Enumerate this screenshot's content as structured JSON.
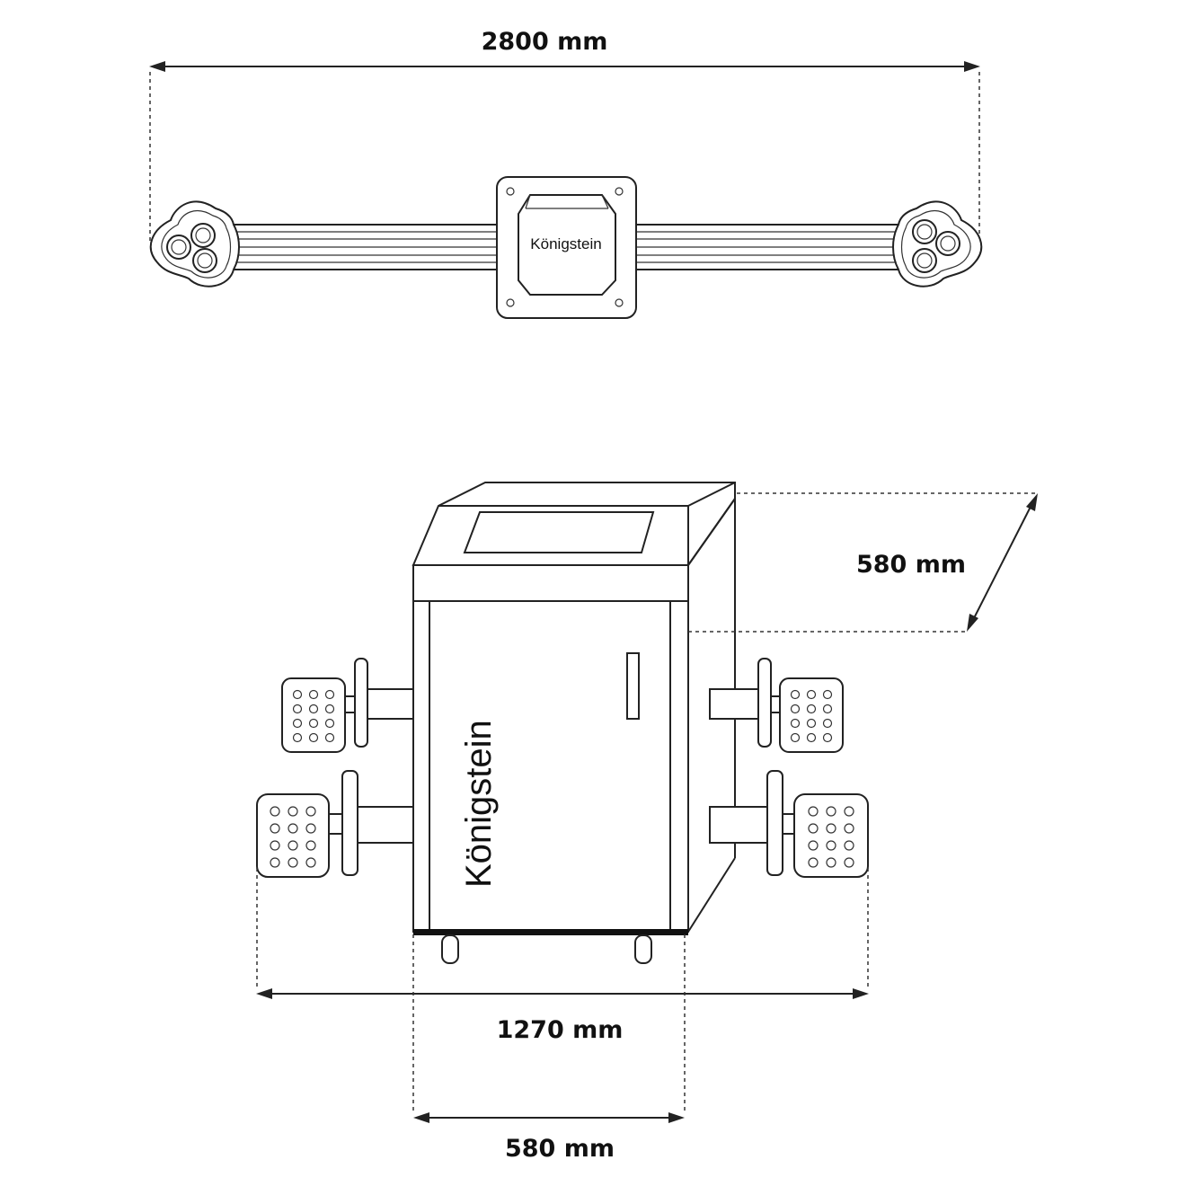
{
  "brand": "Königstein",
  "dimensions": {
    "beam_width": "2800 mm",
    "cabinet_depth": "580 mm",
    "total_width": "1270 mm",
    "cabinet_width": "580 mm"
  },
  "colors": {
    "line": "#222222",
    "background": "#ffffff"
  }
}
